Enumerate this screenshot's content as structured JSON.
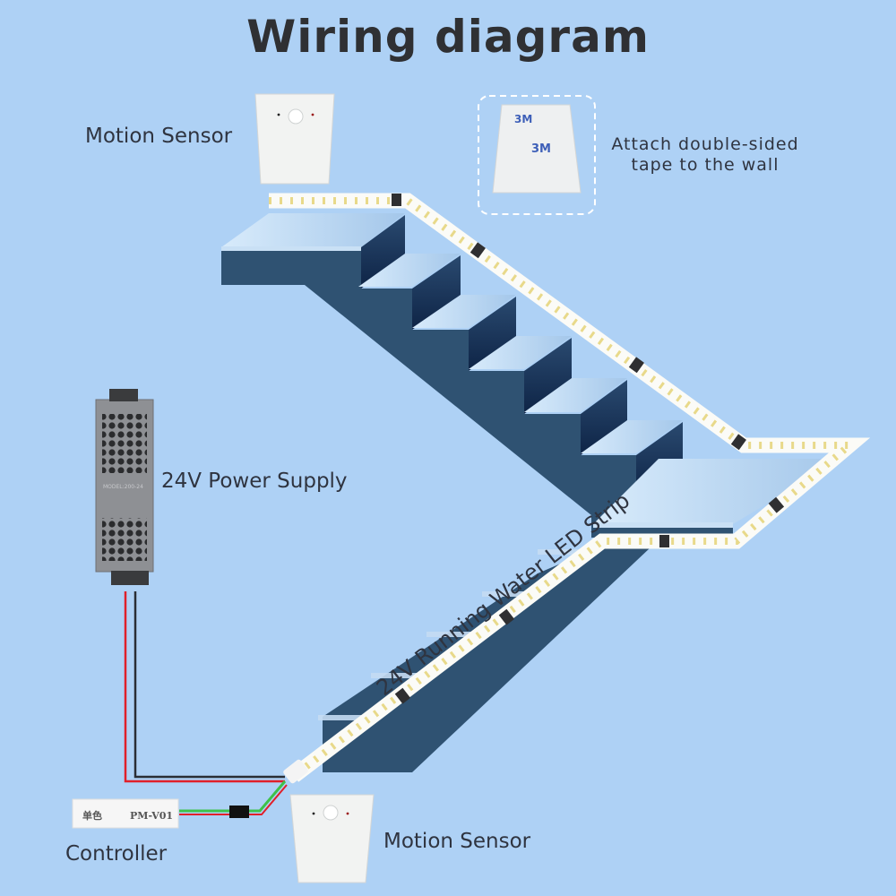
{
  "title": "Wiring diagram",
  "labels": {
    "motion_sensor_top": "Motion Sensor",
    "motion_sensor_bottom": "Motion Sensor",
    "tape_line1": "Attach double-sided",
    "tape_line2": "tape to the wall",
    "power_supply": "24V Power Supply",
    "led_strip": "24V Running Water LED Strip",
    "controller": "Controller"
  },
  "controller_device": {
    "text_left": "单色",
    "model": "PM-V01"
  },
  "power_supply_device": {
    "model": "MODEL:200-24"
  },
  "tape_device": {
    "brand": "3M"
  },
  "colors": {
    "background": "#aed1f5",
    "stair_side": "#2f5272",
    "stair_riser": "#0f2748",
    "wire_red": "#e0202a",
    "wire_black": "#2a2e35",
    "wire_green": "#3ec24a"
  }
}
